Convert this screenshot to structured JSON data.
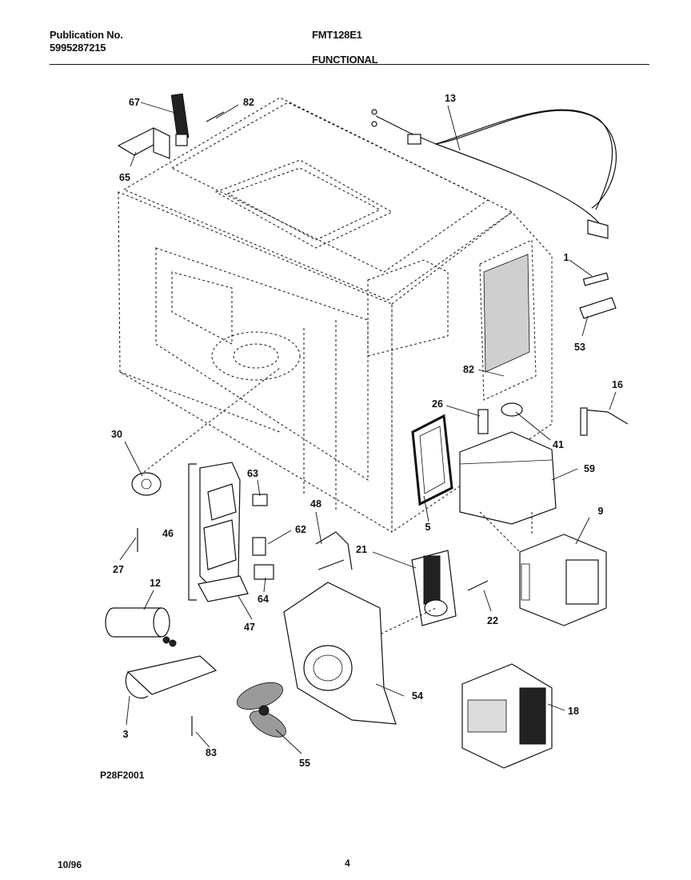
{
  "header": {
    "publication_label": "Publication No.",
    "publication_number": "5995287215",
    "model": "FMT128E1",
    "section": "FUNCTIONAL"
  },
  "callouts": {
    "c67": "67",
    "c82a": "82",
    "c65": "65",
    "c13": "13",
    "c1": "1",
    "c53": "53",
    "c82b": "82",
    "c16": "16",
    "c26": "26",
    "c41": "41",
    "c59": "59",
    "c30": "30",
    "c63": "63",
    "c48": "48",
    "c46": "46",
    "c62": "62",
    "c5": "5",
    "c9": "9",
    "c27": "27",
    "c21": "21",
    "c64": "64",
    "c12": "12",
    "c47": "47",
    "c22": "22",
    "c54": "54",
    "c18": "18",
    "c3": "3",
    "c83": "83",
    "c55": "55"
  },
  "diagram_code": "P28F2001",
  "footer": {
    "date": "10/96",
    "page": "4"
  }
}
